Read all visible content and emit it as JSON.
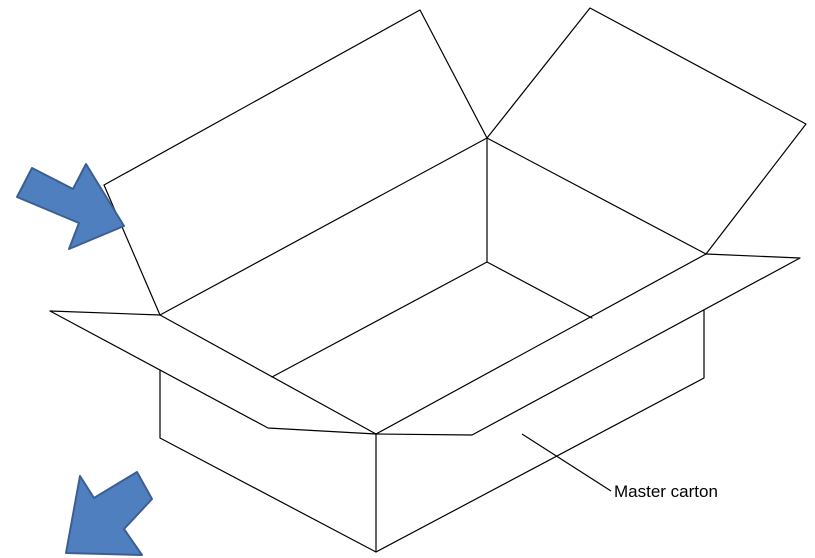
{
  "diagram": {
    "label": "Master carton",
    "colors": {
      "arrow_fill": "#4f7fbf",
      "arrow_stroke": "#3b5f93",
      "line": "#000000",
      "background": "#ffffff"
    },
    "arrows": [
      {
        "name": "upper-arrow",
        "direction": "down-right",
        "icon": "block-arrow-icon"
      },
      {
        "name": "lower-arrow",
        "direction": "down-left",
        "icon": "block-arrow-icon"
      }
    ]
  }
}
